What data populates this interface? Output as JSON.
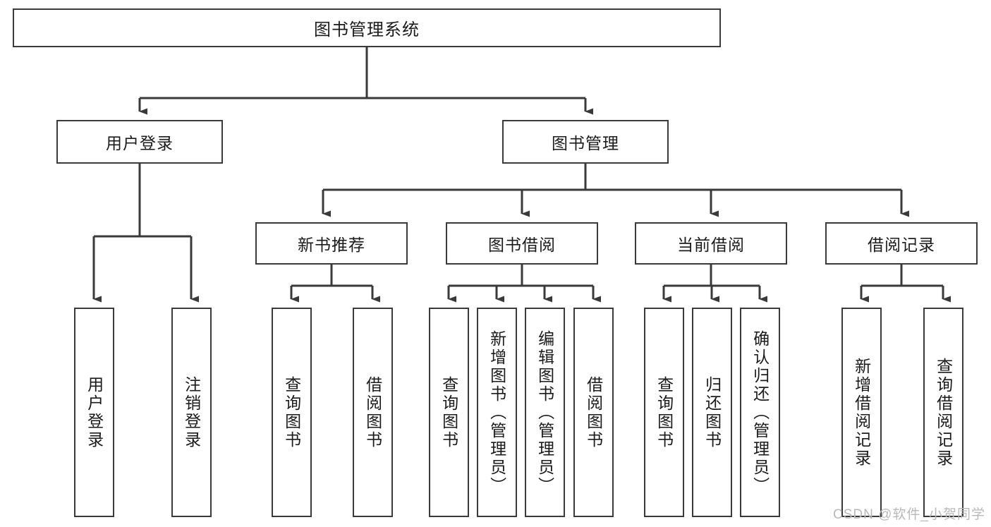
{
  "diagram": {
    "title": "图书管理系统",
    "type": "tree-hierarchy-chart",
    "watermark": "CSDN @软件_小贺同学",
    "colors": {
      "box_border": "#3a3a3a",
      "box_fill": "#ffffff",
      "connector": "#3a3a3a",
      "text": "#1b1b1b",
      "watermark": "#b9b9b9"
    },
    "root": {
      "label": "图书管理系统"
    },
    "level2": [
      {
        "label": "用户登录"
      },
      {
        "label": "图书管理"
      }
    ],
    "level3": [
      {
        "label": "新书推荐"
      },
      {
        "label": "图书借阅"
      },
      {
        "label": "当前借阅"
      },
      {
        "label": "借阅记录"
      }
    ],
    "leaves": {
      "user_login": [
        {
          "label": "用户登录"
        },
        {
          "label": "注销登录"
        }
      ],
      "new_book_recommend": [
        {
          "label": "查询图书"
        },
        {
          "label": "借阅图书"
        }
      ],
      "book_borrow": [
        {
          "label": "查询图书"
        },
        {
          "label": "新增图书（管理员）"
        },
        {
          "label": "编辑图书（管理员）"
        },
        {
          "label": "借阅图书"
        }
      ],
      "current_borrow": [
        {
          "label": "查询图书"
        },
        {
          "label": "归还图书"
        },
        {
          "label": "确认归还（管理员）"
        }
      ],
      "borrow_record": [
        {
          "label": "新增借阅记录"
        },
        {
          "label": "查询借阅记录"
        }
      ]
    }
  }
}
